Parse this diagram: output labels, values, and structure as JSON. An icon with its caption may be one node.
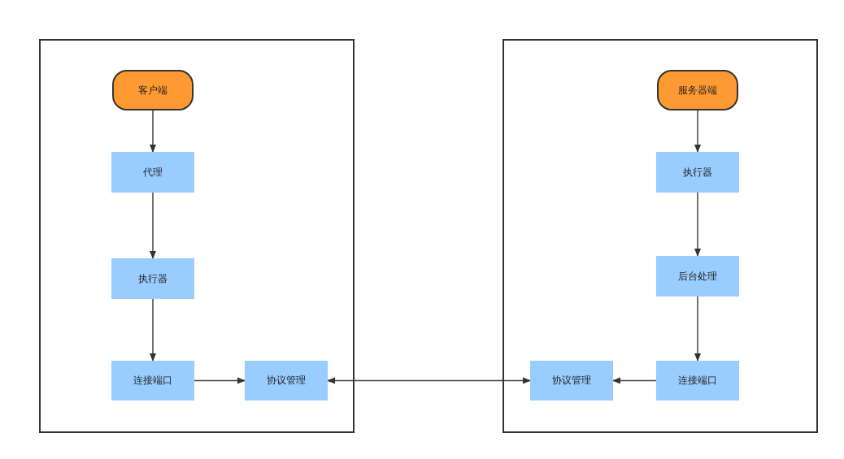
{
  "diagram": {
    "nodes": [
      {
        "text": [],
        "shape": "box"
      },
      {
        "text": [
          "客户端"
        ],
        "in": 0
      },
      {
        "text": [
          "代理"
        ],
        "in": 0
      },
      {
        "text": [
          "执行器"
        ],
        "in": 0
      },
      {
        "text": [
          "连接端口"
        ],
        "in": 0
      },
      {
        "text": [
          "协议管理"
        ],
        "in": 0
      },
      {
        "text": [],
        "shape": "box"
      },
      {
        "text": [
          "服务器端"
        ],
        "in": 6
      },
      {
        "text": [
          "执行器"
        ],
        "in": 6
      },
      {
        "text": [
          "后台处理"
        ],
        "in": 6
      },
      {
        "text": [
          "协议管理"
        ],
        "in": 6
      },
      {
        "text": [
          "连接端口"
        ],
        "in": 6
      }
    ],
    "edges": [
      {
        "from": 1,
        "to": 2,
        "arrow": "to"
      },
      {
        "from": 2,
        "to": 3,
        "arrow": "to"
      },
      {
        "from": 3,
        "to": 4,
        "arrow": "to"
      },
      {
        "from": 4,
        "to": 5,
        "arrow": "to"
      },
      {
        "from": 5,
        "to": 10,
        "arrow": "both"
      },
      {
        "from": 7,
        "to": 8,
        "arrow": "to"
      },
      {
        "from": 8,
        "to": 9,
        "arrow": "to"
      },
      {
        "from": 9,
        "to": 11,
        "arrow": "to"
      },
      {
        "from": 11,
        "to": 10,
        "arrow": "to"
      }
    ]
  }
}
